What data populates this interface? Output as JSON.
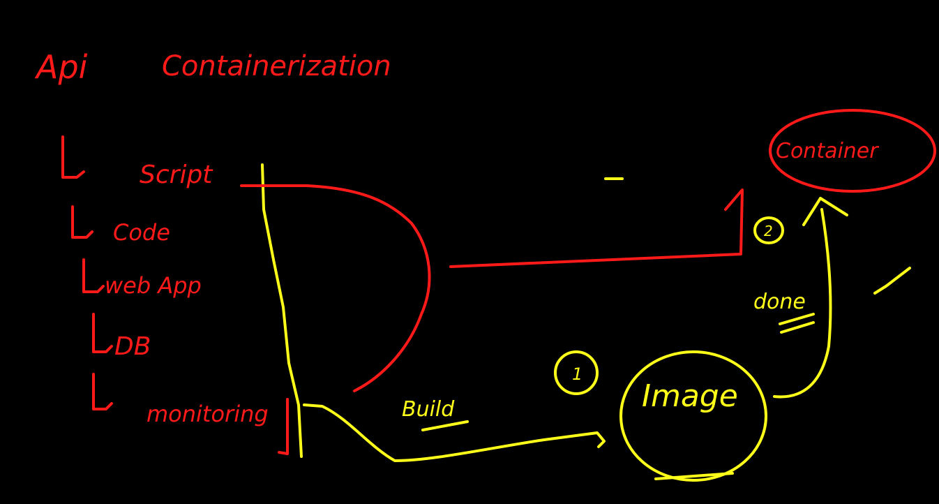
{
  "colors": {
    "background": "#000000",
    "red_ink": "#ff1a1a",
    "yellow_ink": "#ffff1a"
  },
  "heading": {
    "word1": "Api",
    "word2": "Containerization"
  },
  "components": {
    "items": [
      "Script",
      "Code",
      "web App",
      "DB",
      "monitoring"
    ]
  },
  "flow": {
    "build_label": "Build",
    "step1_marker": "1",
    "image_label": "Image",
    "done_label": "done",
    "step2_marker": "2",
    "container_label": "Container",
    "check_icon": "check-icon"
  }
}
